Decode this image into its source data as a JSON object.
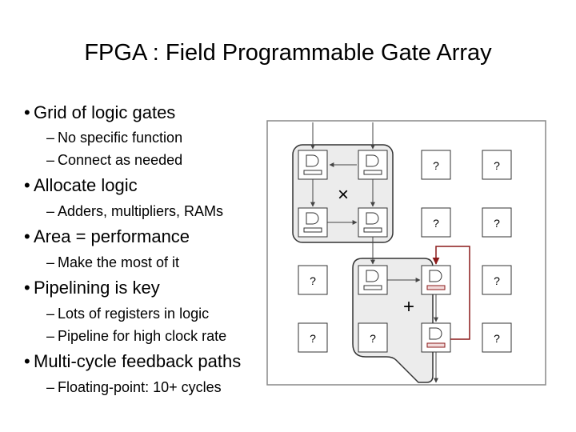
{
  "slide": {
    "title": "FPGA : Field Programmable Gate Array",
    "bullets": [
      {
        "text": "Grid of logic gates",
        "subs": [
          "No specific function",
          "Connect as needed"
        ]
      },
      {
        "text": "Allocate logic",
        "subs": [
          "Adders, multipliers, RAMs"
        ]
      },
      {
        "text": "Area = performance",
        "subs": [
          "Make the most of it"
        ]
      },
      {
        "text": "Pipelining is key",
        "subs": [
          "Lots of registers in logic",
          "Pipeline for high clock rate"
        ]
      },
      {
        "text": "Multi-cycle feedback paths",
        "subs": [
          "Floating-point: 10+ cycles"
        ]
      }
    ]
  },
  "figure": {
    "unknown_label": "?",
    "multiply_symbol": "×",
    "add_symbol": "+",
    "colors": {
      "feedback": "#8b1a1a",
      "cluster_fill": "#ececec",
      "cell_border": "#333333",
      "frame": "#888888"
    }
  }
}
